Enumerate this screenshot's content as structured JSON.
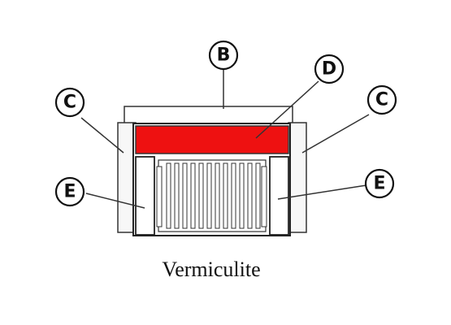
{
  "diagram": {
    "labels": {
      "b": "B",
      "c_left": "C",
      "c_right": "C",
      "d": "D",
      "e_left": "E",
      "e_right": "E"
    },
    "caption": "Vermiculite"
  },
  "colors": {
    "highlight": "#ee1111",
    "outline": "#222222",
    "side_panel": "#f7f7f7"
  }
}
